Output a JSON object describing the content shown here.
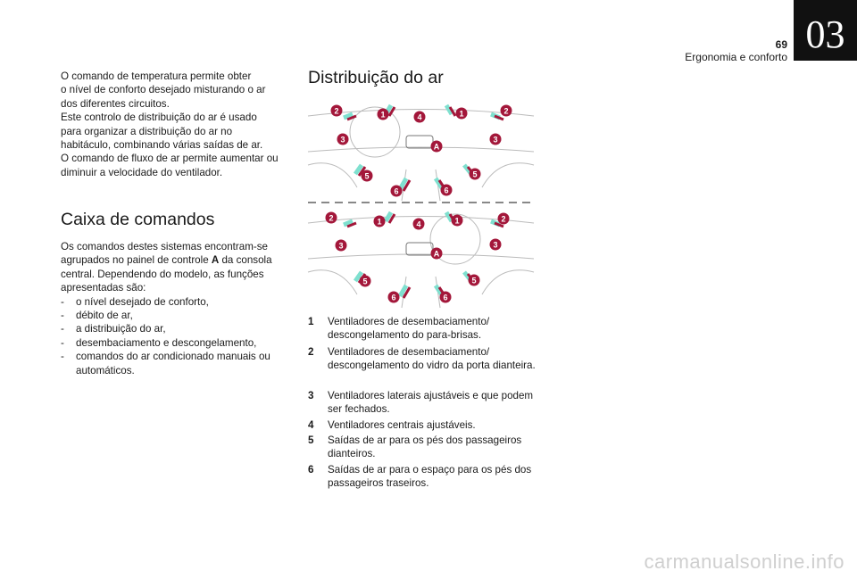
{
  "header": {
    "page_number": "69",
    "section_title": "Ergonomia e conforto",
    "chapter": "03"
  },
  "intro": [
    "O comando de temperatura permite obter",
    "o nível de conforto desejado misturando o ar",
    "dos diferentes circuitos.",
    "Este controlo de distribuição do ar é usado",
    "para organizar a distribuição do ar no",
    "habitáculo, combinando várias saídas de ar.",
    "O comando de fluxo de ar permite aumentar ou",
    "diminuir a velocidade do ventilador."
  ],
  "controls": {
    "heading": "Caixa de comandos",
    "text_before": "Os comandos destes sistemas encontram-se agrupados no painel de controle ",
    "bold": "A",
    "text_after": " da consola central. Dependendo do modelo, as funções apresentadas são:",
    "items": [
      "o nível desejado de conforto,",
      "débito de ar,",
      "a distribuição do ar,",
      "desembaciamento e descongelamento,",
      "comandos do ar condicionado manuais ou automáticos."
    ],
    "bullet": "-"
  },
  "distribution": {
    "heading": "Distribuição do ar",
    "diagram_labels": [
      "2",
      "1",
      "4",
      "1",
      "2",
      "3",
      "3",
      "A",
      "5",
      "5",
      "6",
      "6"
    ],
    "legend": [
      {
        "n": "1",
        "text": "Ventiladores de desembaciamento/ descongelamento do para-brisas."
      },
      {
        "n": "2",
        "text": "Ventiladores de desembaciamento/ descongelamento do vidro da porta dianteira."
      },
      {
        "n": "3",
        "text": "Ventiladores laterais ajustáveis e que podem ser fechados."
      },
      {
        "n": "4",
        "text": "Ventiladores centrais ajustáveis."
      },
      {
        "n": "5",
        "text": "Saídas de ar para os pés dos passageiros dianteiros."
      },
      {
        "n": "6",
        "text": "Saídas de ar para o espaço para os pés dos passageiros traseiros."
      }
    ]
  },
  "watermark": "carmanualsonline.info",
  "colors": {
    "marker": "#a3173a",
    "arrow_cool": "#7fe0cf",
    "arrow_warm": "#a3173a"
  }
}
